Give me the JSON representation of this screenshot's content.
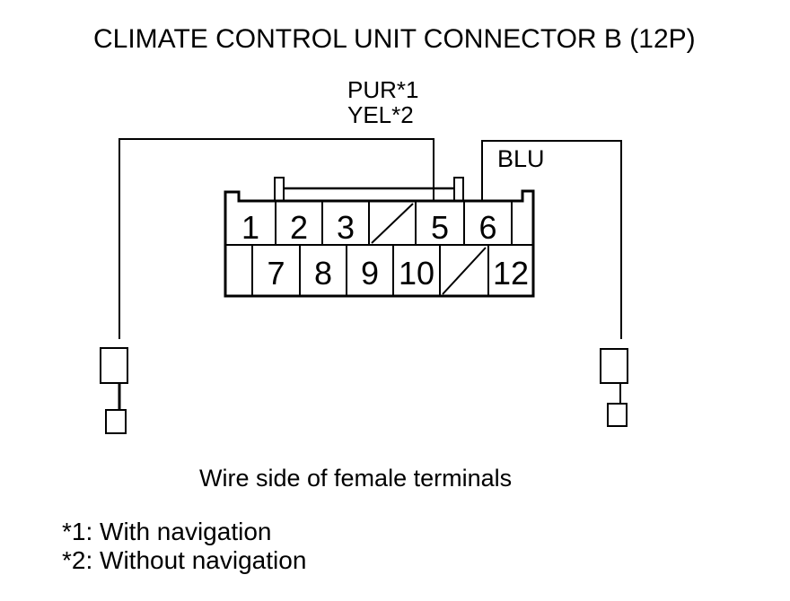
{
  "title": "CLIMATE CONTROL UNIT CONNECTOR B (12P)",
  "labels": {
    "wire_top_line1": "PUR*1",
    "wire_top_line2": "YEL*2",
    "wire_right": "BLU"
  },
  "connector": {
    "rows": [
      {
        "cells": [
          {
            "pin": "1",
            "type": "pin"
          },
          {
            "pin": "2",
            "type": "pin"
          },
          {
            "pin": "3",
            "type": "pin"
          },
          {
            "pin": "",
            "type": "blocked"
          },
          {
            "pin": "5",
            "type": "pin"
          },
          {
            "pin": "6",
            "type": "pin"
          },
          {
            "pin": "",
            "type": "empty"
          }
        ]
      },
      {
        "cells": [
          {
            "pin": "",
            "type": "empty"
          },
          {
            "pin": "7",
            "type": "pin"
          },
          {
            "pin": "8",
            "type": "pin"
          },
          {
            "pin": "9",
            "type": "pin"
          },
          {
            "pin": "10",
            "type": "pin"
          },
          {
            "pin": "",
            "type": "blocked"
          },
          {
            "pin": "12",
            "type": "pin"
          }
        ]
      }
    ]
  },
  "caption": "Wire side of female terminals",
  "notes": [
    "*1: With navigation",
    "*2: Without navigation"
  ],
  "colors": {
    "line": "#000000",
    "text": "#000000",
    "background": "#ffffff"
  }
}
